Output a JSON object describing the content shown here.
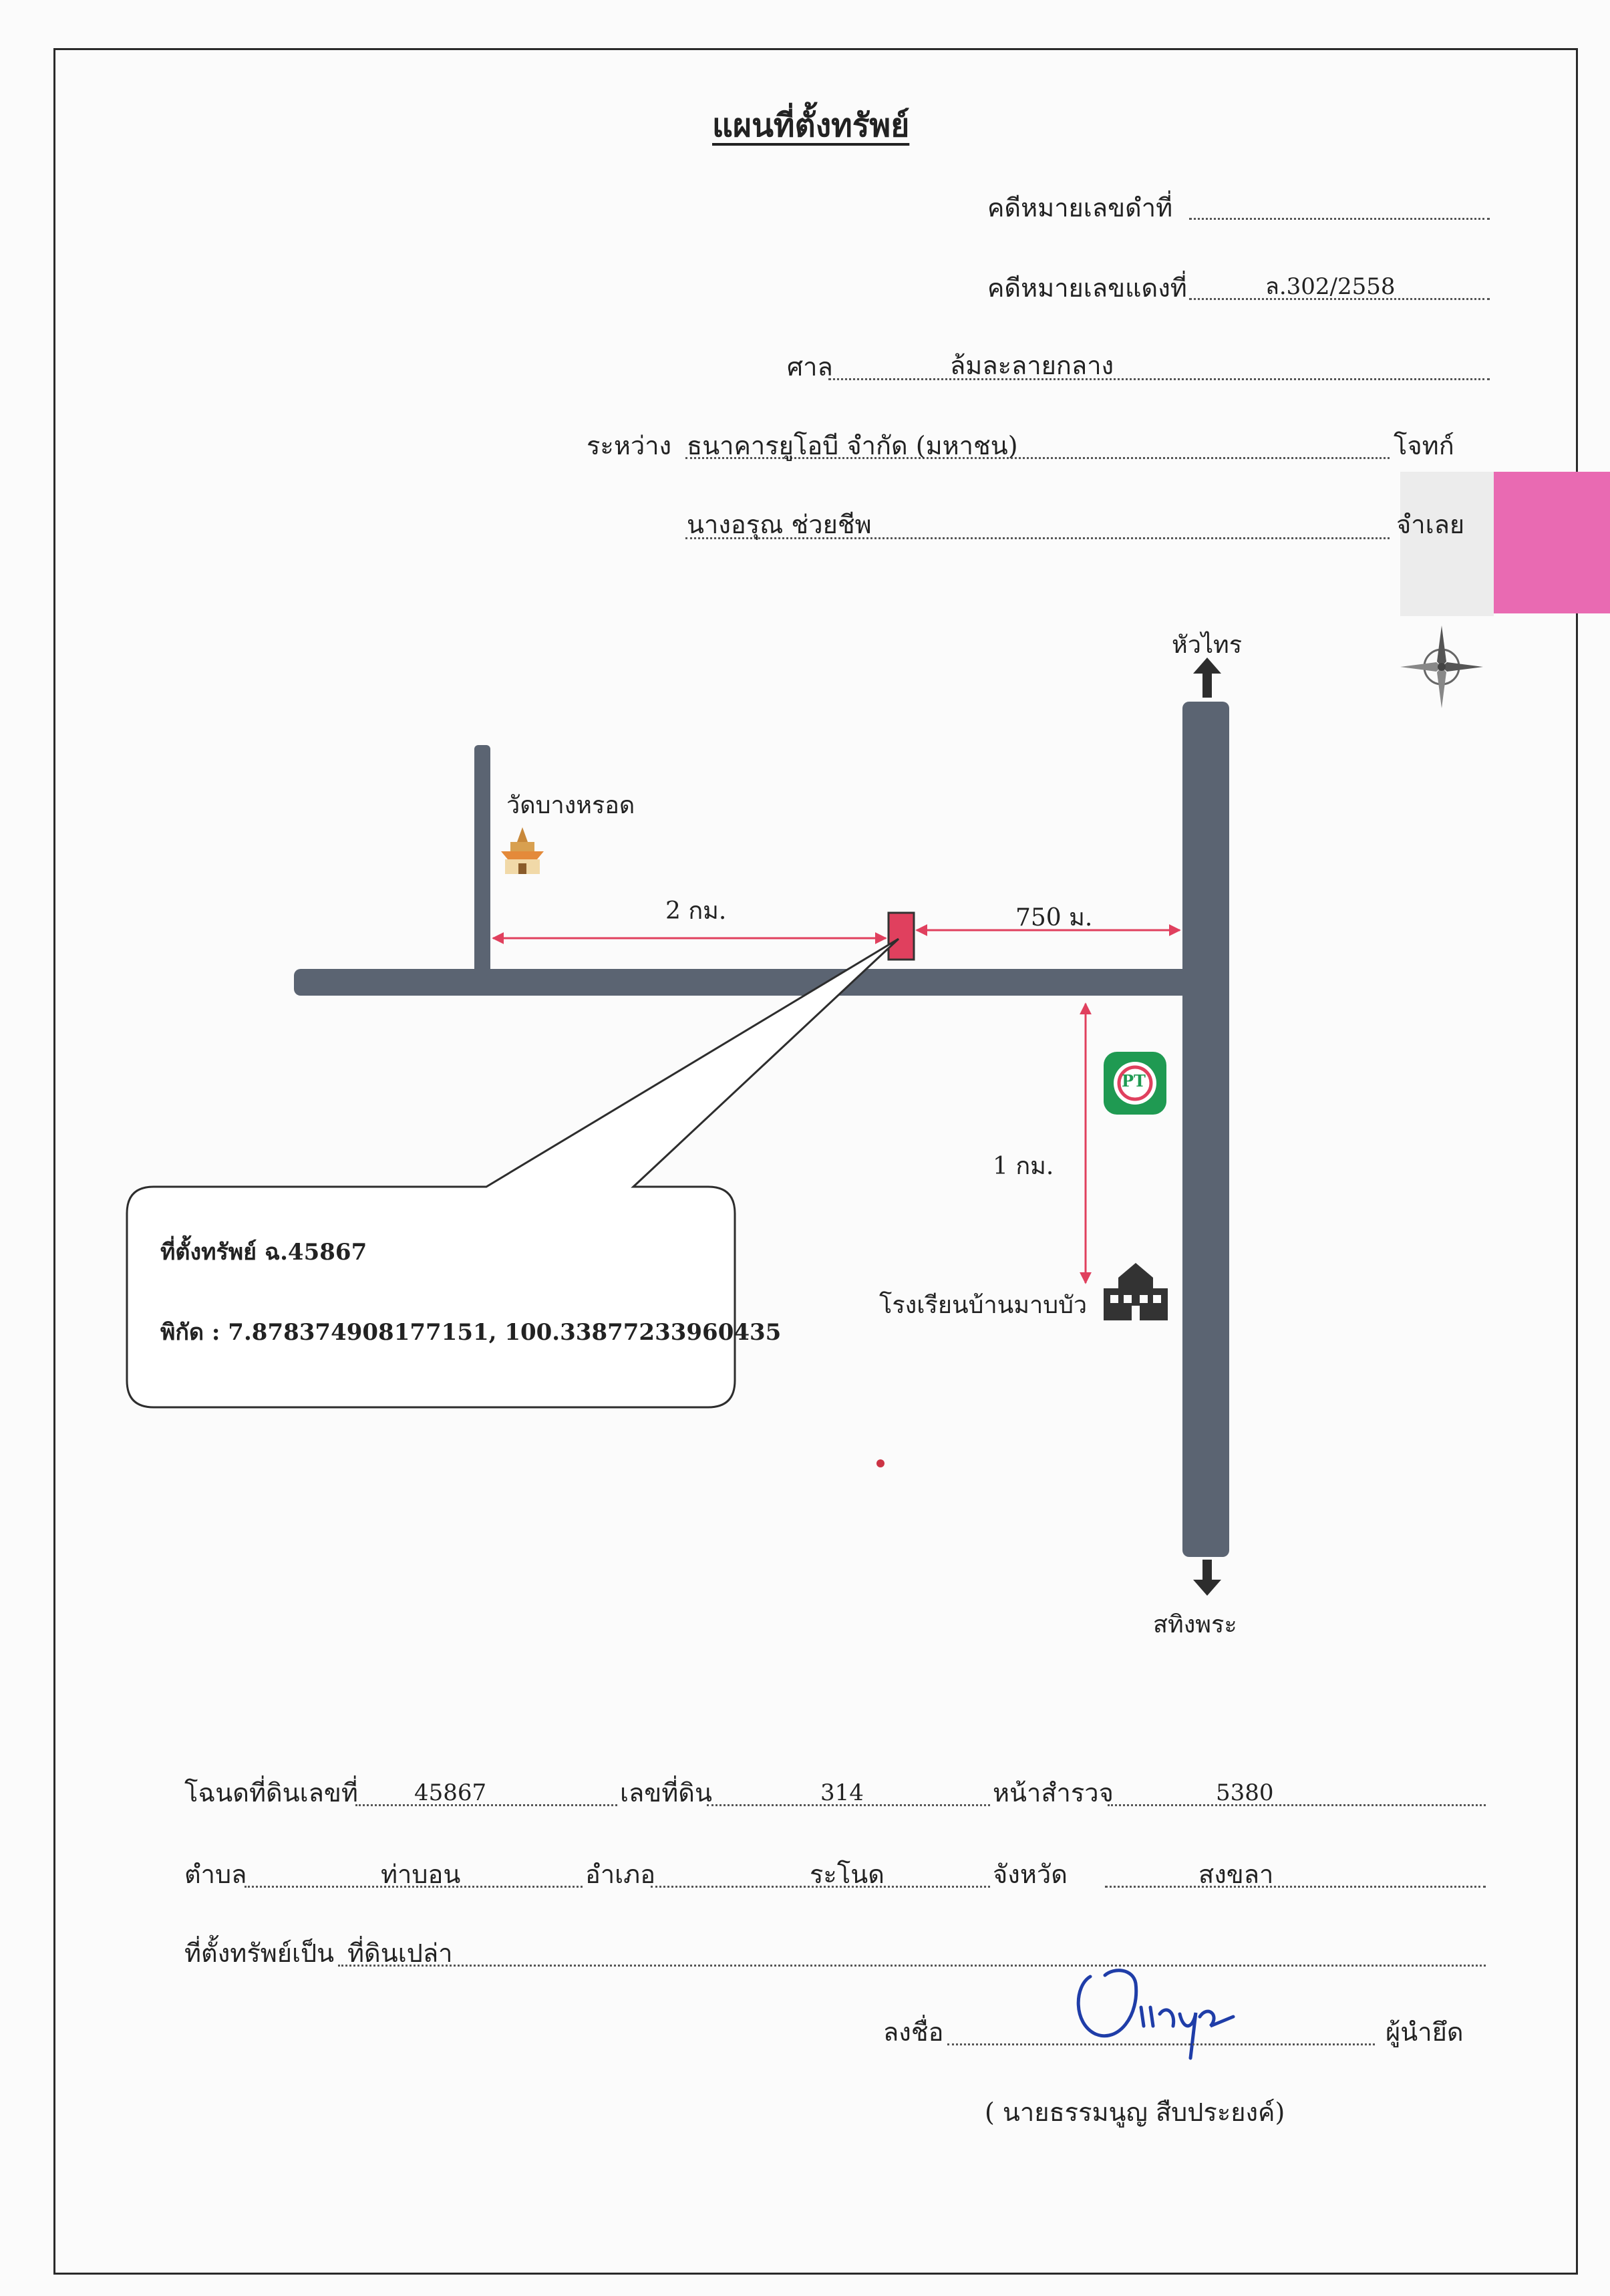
{
  "doc": {
    "title": "แผนที่ตั้งทรัพย์",
    "black_case_label": "คดีหมายเลขดำที่",
    "black_case_value": "",
    "red_case_label": "คดีหมายเลขแดงที่",
    "red_case_value": "ล.302/2558",
    "court_label": "ศาล",
    "court_value": "ล้มละลายกลาง",
    "between_label": "ระหว่าง",
    "plaintiff_value": "ธนาคารยูโอบี จำกัด (มหาชน)",
    "plaintiff_label": "โจทก์",
    "defendant_value": "นางอรุณ ช่วยชีพ",
    "defendant_label": "จำเลย"
  },
  "map": {
    "north_label": "หัวไทร",
    "south_label": "สทิงพระ",
    "temple_label": "วัดบางหรอด",
    "dist_west": "2 กม.",
    "dist_east": "750 ม.",
    "dist_south": "1 กม.",
    "school_label": "โรงเรียนบ้านมาบบัว",
    "gas_station_logo": "PT",
    "callout_line1": "ที่ตั้งทรัพย์ ฉ.45867",
    "callout_line2": "พิกัด : 7.878374908177151, 100.33877233960435",
    "colors": {
      "road": "#5b6472",
      "marker": "#e0405e",
      "arrow": "#e0405e",
      "gas": "#1f9a52"
    }
  },
  "land": {
    "deed_label": "โฉนดที่ดินเลขที่",
    "deed_value": "45867",
    "lot_label": "เลขที่ดิน",
    "lot_value": "314",
    "survey_label": "หน้าสำรวจ",
    "survey_value": "5380",
    "subdistrict_label": "ตำบล",
    "subdistrict_value": "ท่าบอน",
    "district_label": "อำเภอ",
    "district_value": "ระโนด",
    "province_label": "จังหวัด",
    "province_value": "สงขลา",
    "property_type_label": "ที่ตั้งทรัพย์เป็น",
    "property_type_value": "ที่ดินเปล่า"
  },
  "signature": {
    "sign_label": "ลงชื่อ",
    "role_label": "ผู้นำยึด",
    "signer_name": "( นายธรรมนูญ สืบประยงค์)"
  }
}
